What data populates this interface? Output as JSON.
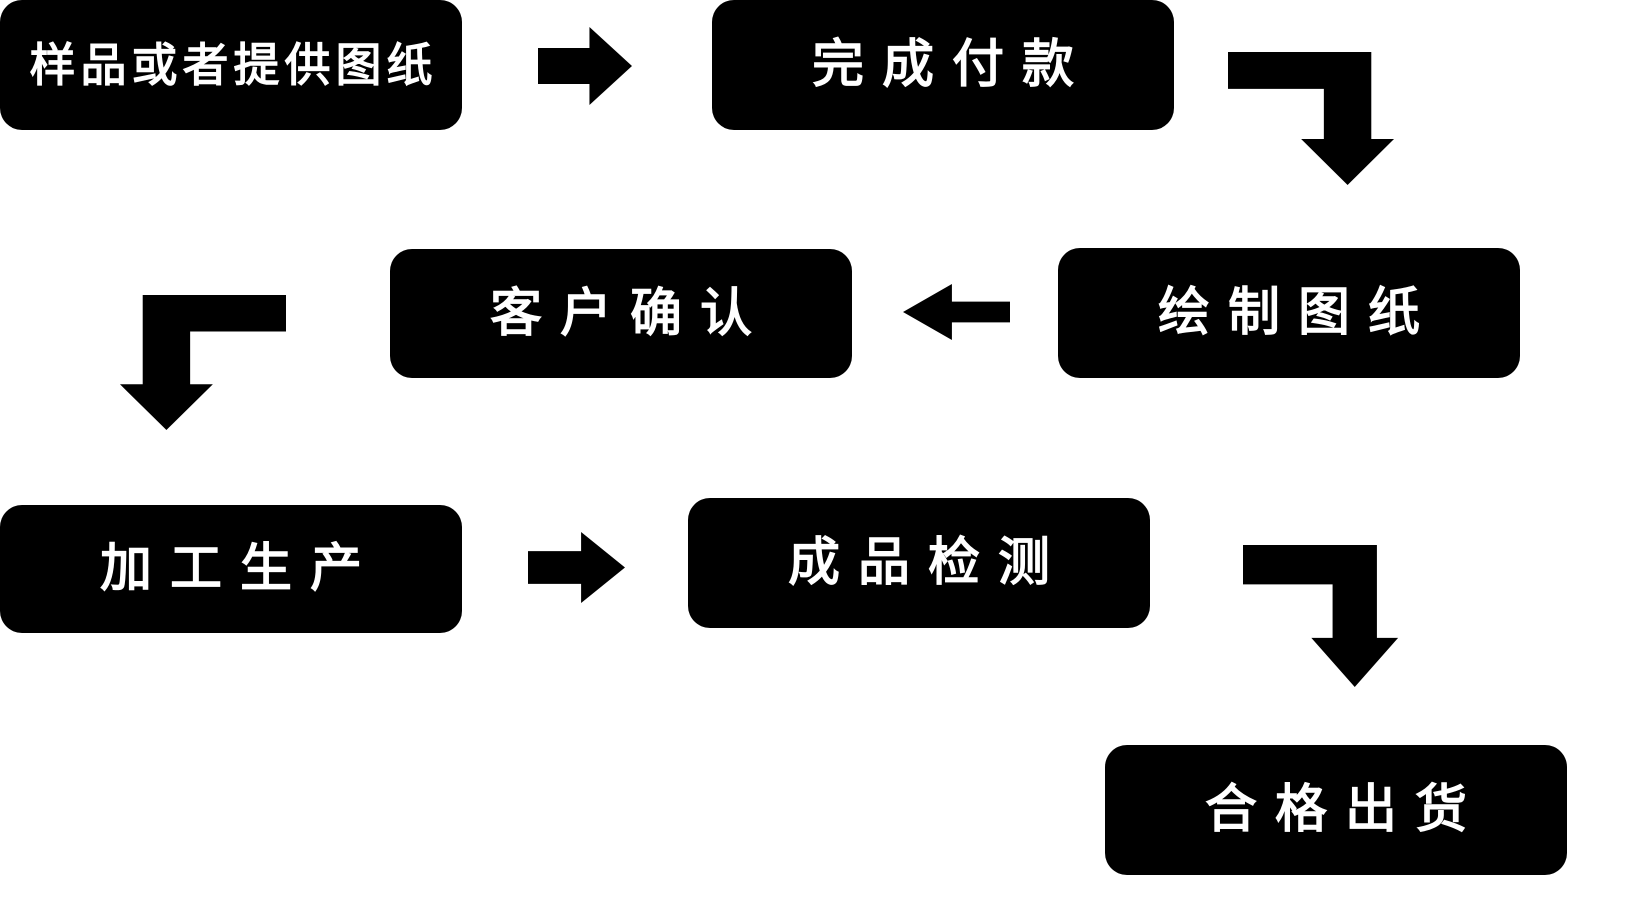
{
  "diagram": {
    "type": "flowchart",
    "colors": {
      "node_background": "#000000",
      "node_text": "#ffffff",
      "arrow": "#000000",
      "page_background": "#ffffff"
    },
    "nodes": [
      {
        "id": "sample",
        "label": "样品或者提供图纸"
      },
      {
        "id": "payment",
        "label": "完成付款"
      },
      {
        "id": "drawing",
        "label": "绘制图纸"
      },
      {
        "id": "confirm",
        "label": "客户确认"
      },
      {
        "id": "production",
        "label": "加工生产"
      },
      {
        "id": "inspection",
        "label": "成品检测"
      },
      {
        "id": "shipment",
        "label": "合格出货"
      }
    ],
    "edges": [
      {
        "from": "sample",
        "to": "payment",
        "direction": "right"
      },
      {
        "from": "payment",
        "to": "drawing",
        "direction": "right-then-down"
      },
      {
        "from": "drawing",
        "to": "confirm",
        "direction": "left"
      },
      {
        "from": "confirm",
        "to": "production",
        "direction": "left-then-down"
      },
      {
        "from": "production",
        "to": "inspection",
        "direction": "right"
      },
      {
        "from": "inspection",
        "to": "shipment",
        "direction": "right-then-down"
      }
    ]
  }
}
